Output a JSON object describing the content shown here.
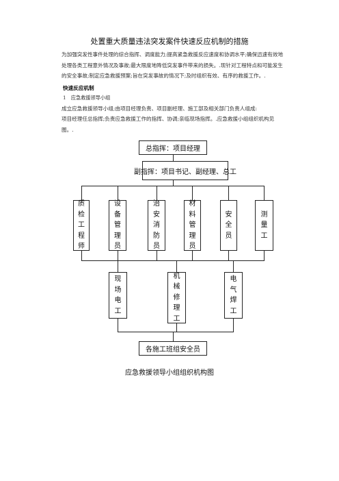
{
  "document": {
    "title": "处置重大质量违法突发案件快速反应机制的措施",
    "intro": "为加强突发性事件处理的综合指挥、调度能力;提高紧急救援反应速度和协调水平;确保迅速有效地处理各类工程意外情况及事故;最大限度地降低突发事件带来的损失。.现针对工程特点和可能发生的安全事故;制定应急救援预案;旨在突发事故的情况下;及时组织有效、有序的救援工作。.",
    "section_heading": "快速反应机制",
    "subsection": "1　应急救援领导小组",
    "para_2": "成立应急救援领导小组;由项目经理负责、项目副经理、施工部及相关部门负责人组成:",
    "para_3": "项目经理任总指挥;负责应急救援工作的指挥、协调;亲临现场指挥。.应急救援小组组织机构见图。."
  },
  "org_chart": {
    "top": "总指挥：项目经理",
    "deputy": "副指挥：项目书记、副经理、总工",
    "level3": [
      "质检工程师",
      "设备管理员",
      "治安消防员",
      "材料管理员",
      "安全员",
      "测量工"
    ],
    "level4": [
      "现场电工",
      "机械修理工",
      "电气焊工"
    ],
    "bottom": "各施工班组安全员",
    "caption": "应急救援领导小组组织机构图"
  }
}
